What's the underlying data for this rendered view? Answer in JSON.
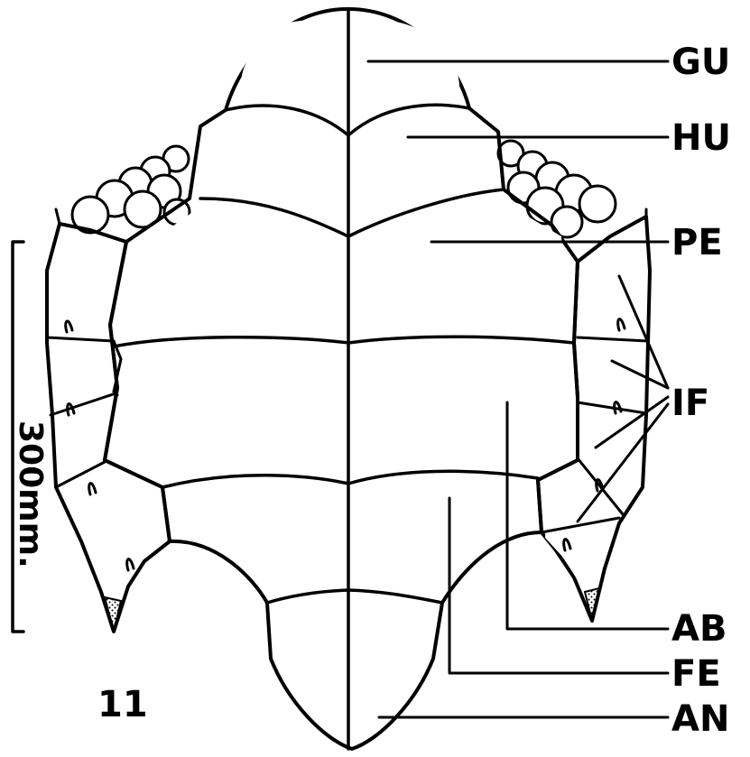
{
  "figure_number": "11",
  "scale_bar": {
    "label": "300mm."
  },
  "labels": {
    "gu": "GU",
    "hu": "HU",
    "pe": "PE",
    "if": "IF",
    "ab": "AB",
    "fe": "FE",
    "an": "AN"
  }
}
